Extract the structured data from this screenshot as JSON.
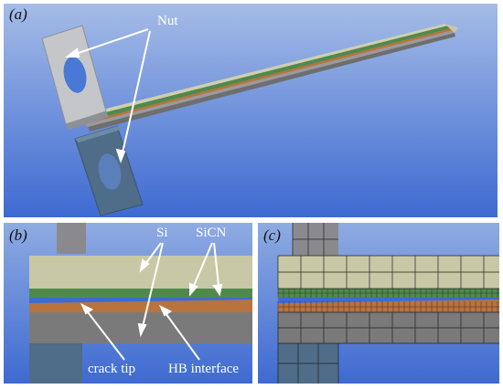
{
  "panel_a": {
    "label": "(a)",
    "annotation_nut": "Nut"
  },
  "panel_b": {
    "label": "(b)",
    "annotation_si": "Si",
    "annotation_sicn": "SiCN",
    "annotation_crack_tip": "crack tip",
    "annotation_hb_interface": "HB interface"
  },
  "panel_c": {
    "label": "(c)"
  },
  "colors": {
    "background_top": "#9fb6e4",
    "background_bottom": "#3f6bd2",
    "si_layer": "#c9c8a6",
    "sicn_layer": "#4f8a4c",
    "hb_layer": "#b8733f",
    "substrate": "#7a7a7a",
    "nut_light": "#c3c4c8",
    "nut_dark": "#4f6c88"
  }
}
